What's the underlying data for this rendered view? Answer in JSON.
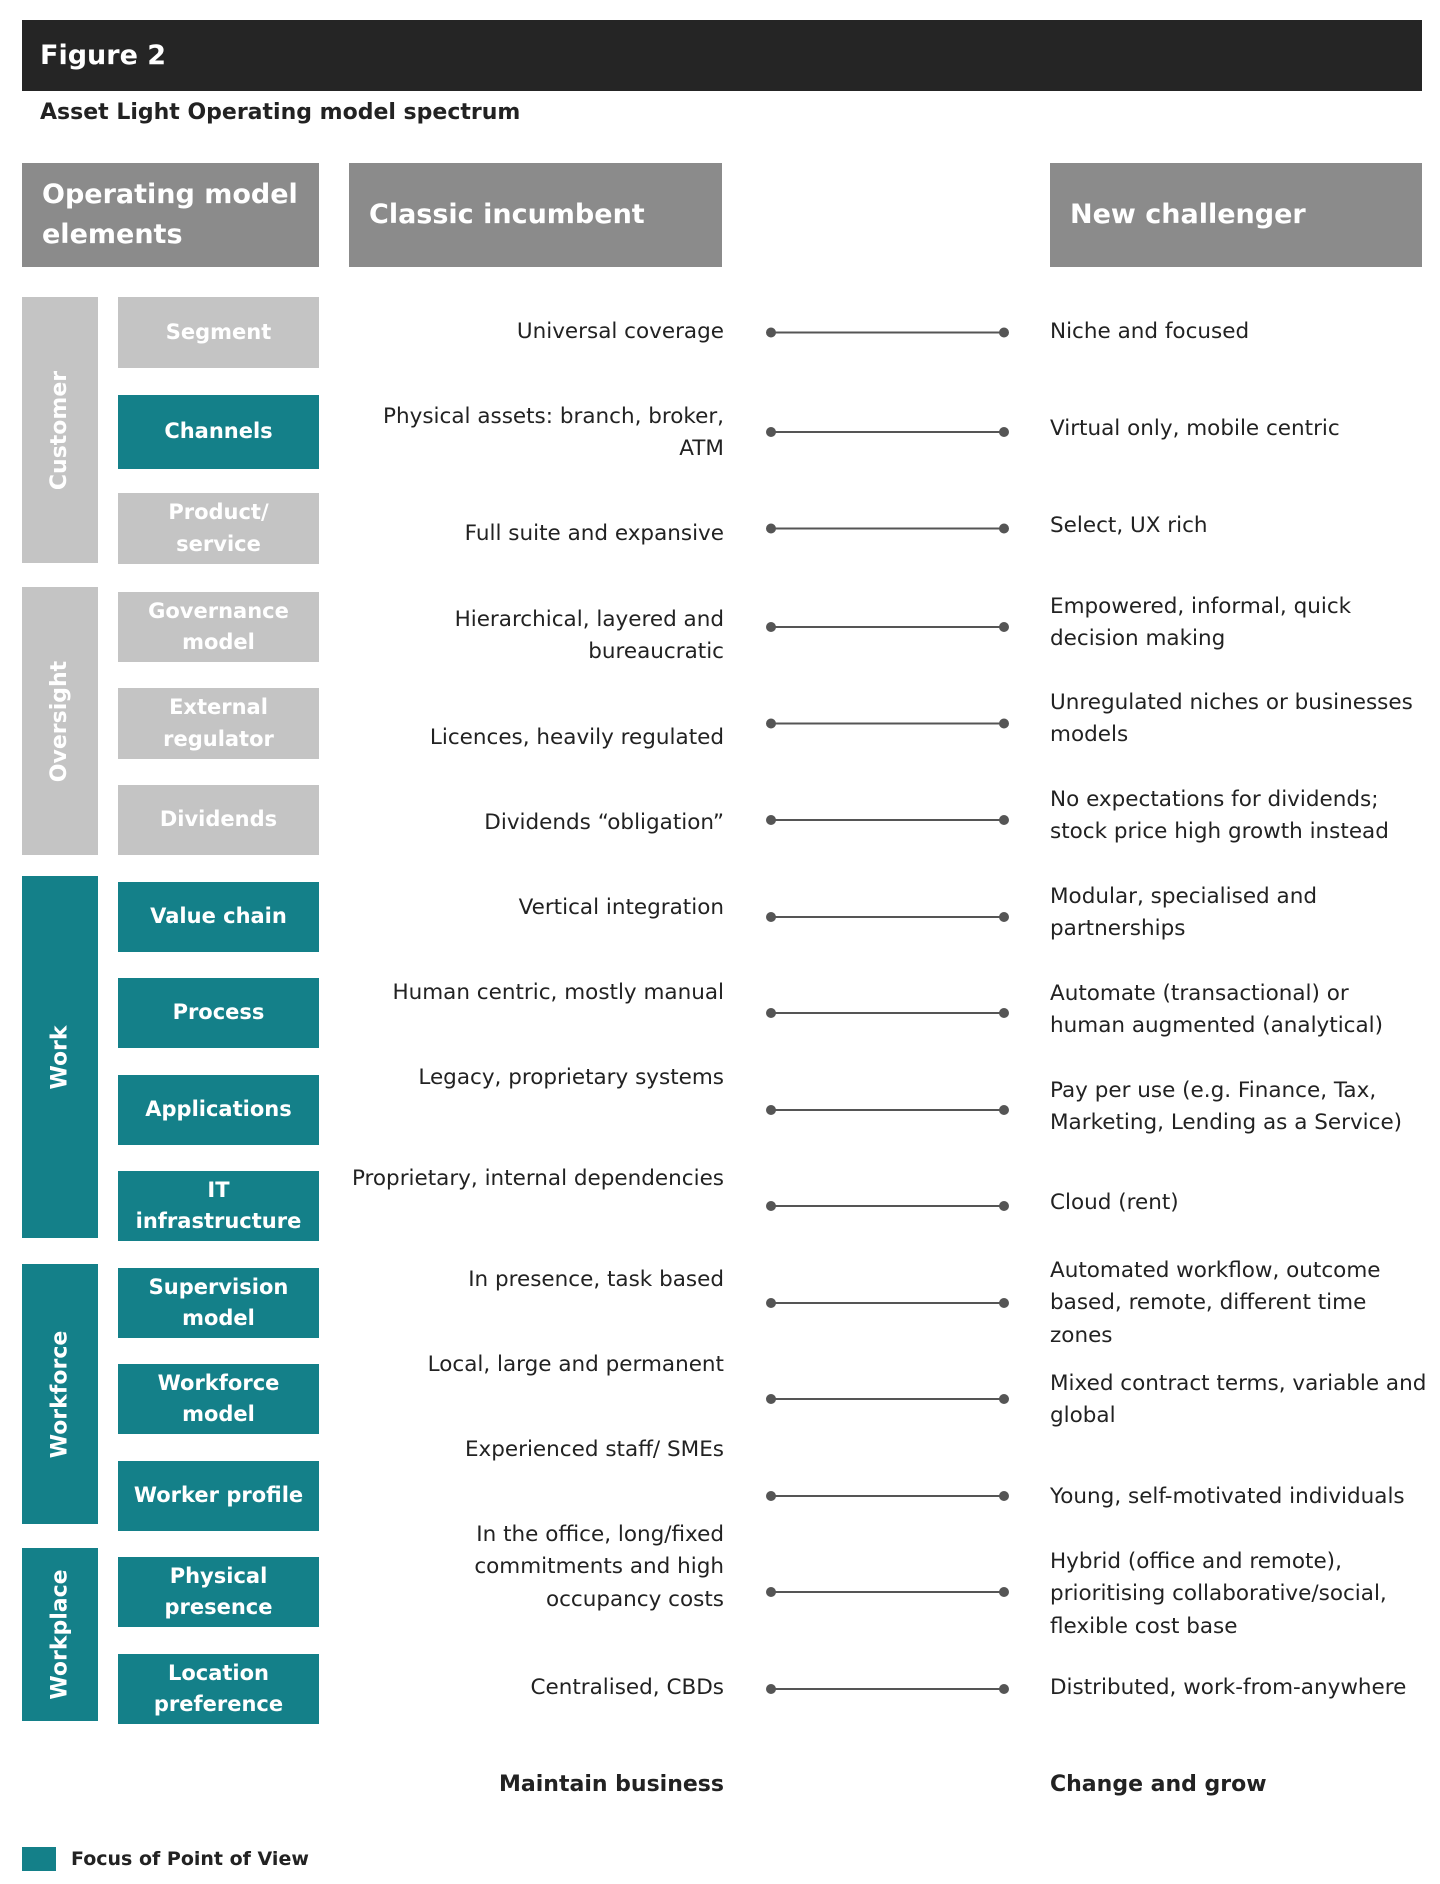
{
  "figure": {
    "title": "Figure 2",
    "subtitle": "Asset Light Operating model spectrum"
  },
  "headers": {
    "elements": "Operating model elements",
    "left": "Classic incumbent",
    "right": "New challenger"
  },
  "groups": [
    {
      "label": "Customer",
      "focus": false
    },
    {
      "label": "Oversight",
      "focus": false
    },
    {
      "label": "Work",
      "focus": true
    },
    {
      "label": "Workforce",
      "focus": true
    },
    {
      "label": "Workplace",
      "focus": true
    }
  ],
  "rows": [
    {
      "element": "Segment",
      "focus": false,
      "left": "Universal coverage",
      "right": "Niche and focused"
    },
    {
      "element": "Channels",
      "focus": true,
      "left": "Physical assets: branch, broker, ATM",
      "right": "Virtual only, mobile centric"
    },
    {
      "element": "Product/ service",
      "focus": false,
      "left": "Full suite and expansive",
      "right": "Select, UX rich"
    },
    {
      "element": "Governance model",
      "focus": false,
      "left": "Hierarchical, layered and bureaucratic",
      "right": "Empowered, informal, quick decision making"
    },
    {
      "element": "External regulator",
      "focus": false,
      "left": "Licences, heavily regulated",
      "right": "Unregulated niches or businesses models"
    },
    {
      "element": "Dividends",
      "focus": false,
      "left": "Dividends “obligation”",
      "right": "No expectations for dividends; stock price high growth instead"
    },
    {
      "element": "Value chain",
      "focus": true,
      "left": "Vertical integration",
      "right": "Modular, specialised and partnerships"
    },
    {
      "element": "Process",
      "focus": true,
      "left": "Human centric, mostly manual",
      "right": "Automate (transactional) or human augmented (analytical)"
    },
    {
      "element": "Applications",
      "focus": true,
      "left": "Legacy, proprietary systems",
      "right": "Pay per use (e.g. Finance, Tax, Marketing, Lending as a Service)"
    },
    {
      "element": "IT infrastructure",
      "focus": true,
      "left": "Proprietary, internal dependencies",
      "right": "Cloud (rent)"
    },
    {
      "element": "Supervision model",
      "focus": true,
      "left": "In presence, task based",
      "right": "Automated workflow, outcome based, remote, different time zones"
    },
    {
      "element": "Workforce model",
      "focus": true,
      "left": "Local, large and permanent",
      "right": "Mixed contract terms, variable and global"
    },
    {
      "element": "Worker profile",
      "focus": true,
      "left": "Experienced staff/ SMEs",
      "right": "Young, self-motivated individuals"
    },
    {
      "element": "Physical presence",
      "focus": true,
      "left": "In the office, long/fixed commitments and high occupancy costs",
      "right": "Hybrid (office and remote), prioritising collaborative/social, flexible cost base"
    },
    {
      "element": "Location preference",
      "focus": true,
      "left": "Centralised, CBDs",
      "right": "Distributed, work-from-anywhere"
    }
  ],
  "footer": {
    "left": "Maintain business",
    "right": "Change and grow"
  },
  "legend": {
    "label": "Focus of Point of View"
  },
  "colors": {
    "teal": "#148089",
    "light_grey": "#c4c4c4",
    "header_grey": "#8b8b8b",
    "banner": "#252525",
    "connector": "#555555"
  }
}
